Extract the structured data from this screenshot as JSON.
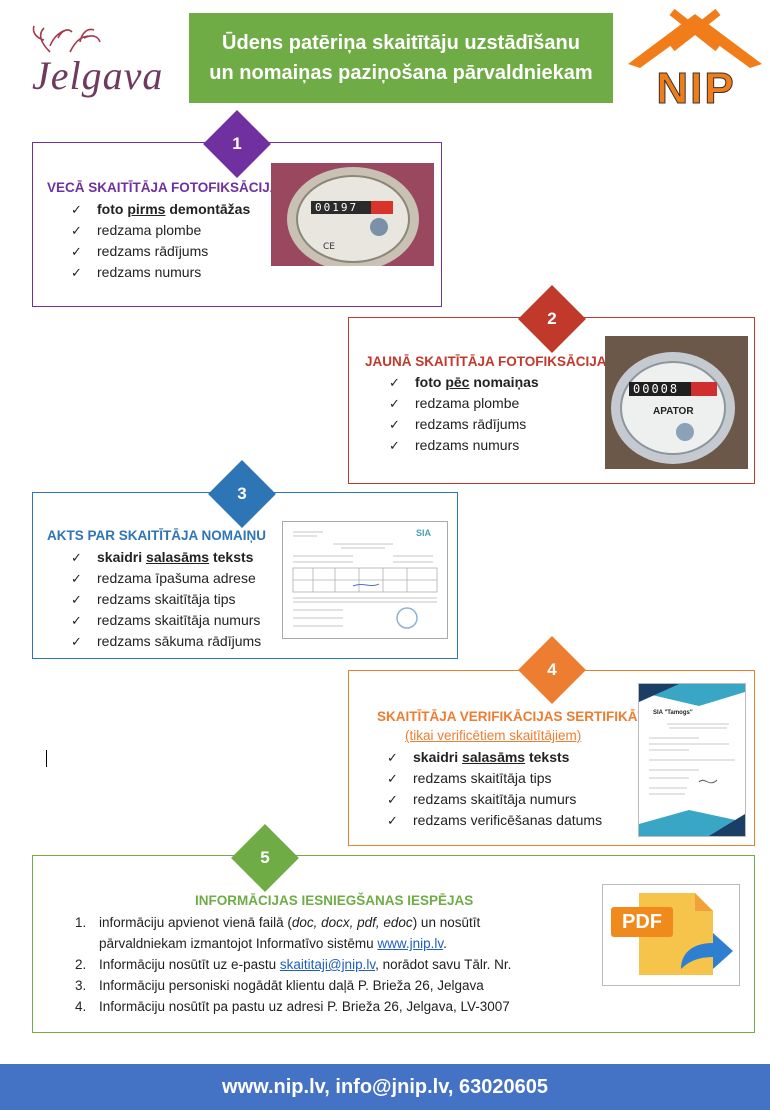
{
  "header": {
    "title_line1": "Ūdens patēriņa skaitītāju uzstādīšanu",
    "title_line2": "un nomaiņas paziņošana pārvaldniekam",
    "logo_left_text": "Jelgava",
    "logo_right_text": "NIP"
  },
  "colors": {
    "green": "#6fac46",
    "purple": "#7030a0",
    "red": "#c0392b",
    "blue": "#2e75b6",
    "orange": "#ed7d31",
    "footer_blue": "#4472c4"
  },
  "sections": [
    {
      "num": "1",
      "title": "VECĀ SKAITĪTĀJA FOTOFIKSĀCIJA",
      "items": [
        {
          "pre": "foto ",
          "u": "pirms",
          "post": " demontāžas",
          "bold": true
        },
        {
          "pre": "redzama plombe"
        },
        {
          "pre": "redzams rādījums"
        },
        {
          "pre": "redzams numurs"
        }
      ]
    },
    {
      "num": "2",
      "title": "JAUNĀ SKAITĪTĀJA FOTOFIKSĀCIJA",
      "items": [
        {
          "pre": "foto ",
          "u": "pēc",
          "post": " nomaiņas",
          "bold": true
        },
        {
          "pre": "redzama plombe"
        },
        {
          "pre": "redzams rādījums"
        },
        {
          "pre": "redzams numurs"
        }
      ]
    },
    {
      "num": "3",
      "title": "AKTS PAR SKAITĪTĀJA NOMAIŅU",
      "items": [
        {
          "pre": "skaidri ",
          "u": "salasāms",
          "post": " teksts",
          "bold": true
        },
        {
          "pre": "redzama īpašuma adrese"
        },
        {
          "pre": "redzams skaitītāja tips"
        },
        {
          "pre": "redzams skaitītāja numurs"
        },
        {
          "pre": "redzams sākuma rādījums"
        }
      ]
    },
    {
      "num": "4",
      "title": "SKAITĪTĀJA VERIFIKĀCIJAS SERTIFIKĀTS",
      "subtitle": "(tikai verificētiem skaitītājiem)",
      "items": [
        {
          "pre": "skaidri ",
          "u": "salasāms",
          "post": " teksts",
          "bold": true
        },
        {
          "pre": "redzams skaitītāja tips"
        },
        {
          "pre": "redzams skaitītāja numurs"
        },
        {
          "pre": "redzams verificēšanas datums"
        }
      ]
    },
    {
      "num": "5",
      "title": "INFORMĀCIJAS IESNIEGŠANAS IESPĒJAS",
      "steps": [
        {
          "n": "1.",
          "a": "informāciju apvienot vienā failā (",
          "i": "doc, docx, pdf, edoc",
          "b": ") un nosūtīt"
        },
        {
          "n": "",
          "a": "pārvaldniekam izmantojot Informatīvo sistēmu ",
          "link": "www.jnip.lv",
          "b": "."
        },
        {
          "n": "2.",
          "a": "Informāciju nosūtīt uz e-pastu ",
          "link": "skaititaji@jnip.lv",
          "b": ", norādot savu Tālr. Nr."
        },
        {
          "n": "3.",
          "a": "Informāciju personiski nogādāt klientu daļā P. Brieža 26, Jelgava"
        },
        {
          "n": "4.",
          "a": "Informāciju nosūtīt pa pastu uz adresi P.  Brieža 26, Jelgava, LV-3007"
        }
      ]
    }
  ],
  "meter_digits_old": "00197",
  "meter_digits_new": "00008",
  "meter_brand_new": "APATOR",
  "act_doc_logo": "SIA",
  "cert_doc_title": "SIA \"Tamogs\"",
  "pdf_label": "PDF",
  "footer": "www.nip.lv, info@jnip.lv, 63020605"
}
